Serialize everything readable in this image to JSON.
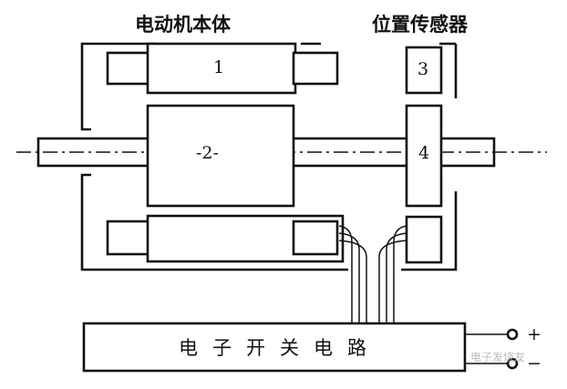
{
  "labels": {
    "motor_body": "电动机本体",
    "position_sensor": "位置传感器",
    "stator": "1",
    "rotor": "-2-",
    "sensor_stator": "3",
    "sensor_rotor": "4",
    "circuit": "电子开关电路",
    "plus": "+",
    "minus": "−",
    "watermark": "电子发烧友"
  }
}
